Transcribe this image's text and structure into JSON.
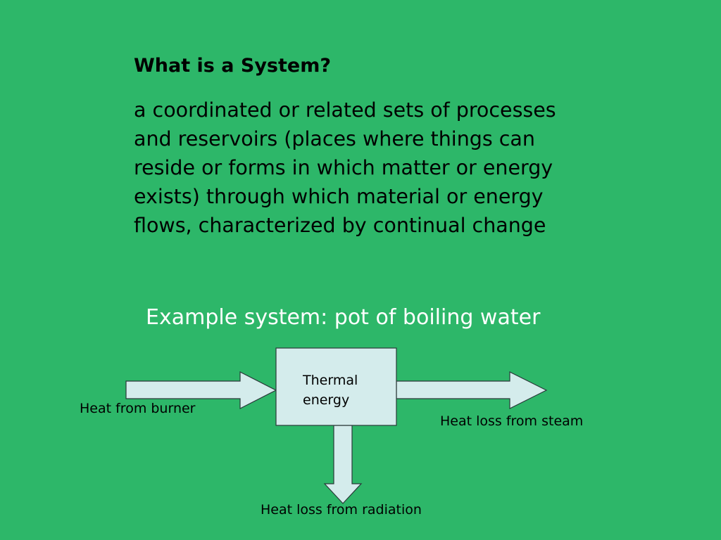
{
  "slide": {
    "background": "#2db769",
    "title": "What is a System?",
    "definition_lines": [
      "a coordinated or related sets of processes",
      "and reservoirs (places where things can",
      "reside or forms in which matter or energy",
      "exists) through which material or energy",
      "flows, characterized by continual change"
    ],
    "example_title": "Example system: pot of boiling water"
  },
  "diagram": {
    "fill_color": "#d4ecec",
    "stroke_color": "#2a3a3a",
    "box_label_lines": [
      "Thermal",
      "energy"
    ],
    "flows": {
      "burner": "Heat from burner",
      "steam": "Heat loss from steam",
      "radiation": "Heat loss from radiation"
    }
  }
}
